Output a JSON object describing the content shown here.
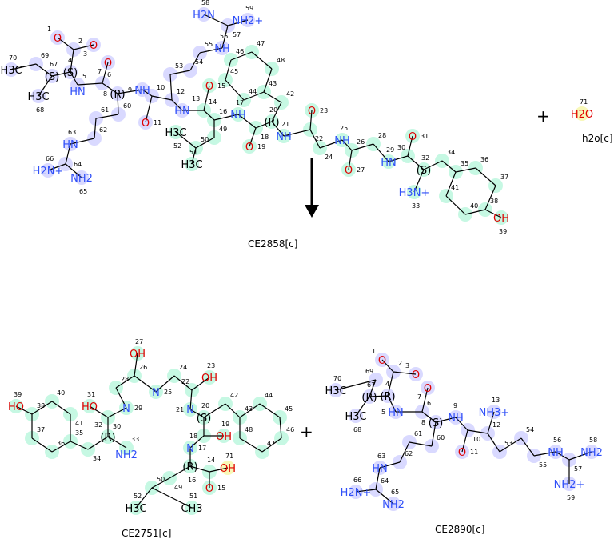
{
  "reaction": {
    "plus_sign": "+",
    "arrow_direction": "down",
    "colors": {
      "oxygen": "#e00000",
      "nitrogen": "#3050f8",
      "carbon": "#000000",
      "highlight_blue": "#ccccff",
      "highlight_green": "#b3f5d9",
      "highlight_yellow": "#f5f5a0"
    }
  },
  "molecules": {
    "ce2858": {
      "name": "CE2858[c]",
      "atoms": [
        {
          "n": "1",
          "t": "O"
        },
        {
          "n": "2",
          "t": ""
        },
        {
          "n": "3",
          "t": "O"
        },
        {
          "n": "4",
          "t": "(S)"
        },
        {
          "n": "5",
          "t": "HN"
        },
        {
          "n": "6",
          "t": ""
        },
        {
          "n": "7",
          "t": "O"
        },
        {
          "n": "8",
          "t": "(R)"
        },
        {
          "n": "9",
          "t": "NH"
        },
        {
          "n": "10",
          "t": ""
        },
        {
          "n": "11",
          "t": "O"
        },
        {
          "n": "12",
          "t": ""
        },
        {
          "n": "13",
          "t": "HN"
        },
        {
          "n": "14",
          "t": ""
        },
        {
          "n": "15",
          "t": "O"
        },
        {
          "n": "16",
          "t": ""
        },
        {
          "n": "17",
          "t": "NH"
        },
        {
          "n": "18",
          "t": ""
        },
        {
          "n": "19",
          "t": "O"
        },
        {
          "n": "20",
          "t": "(R)"
        },
        {
          "n": "21",
          "t": "NH"
        },
        {
          "n": "22",
          "t": ""
        },
        {
          "n": "23",
          "t": "O"
        },
        {
          "n": "24",
          "t": ""
        },
        {
          "n": "25",
          "t": "NH"
        },
        {
          "n": "26",
          "t": ""
        },
        {
          "n": "27",
          "t": "O"
        },
        {
          "n": "28",
          "t": ""
        },
        {
          "n": "29",
          "t": "HN"
        },
        {
          "n": "30",
          "t": ""
        },
        {
          "n": "31",
          "t": "O"
        },
        {
          "n": "32",
          "t": "(S)"
        },
        {
          "n": "33",
          "t": "H3N+"
        },
        {
          "n": "34",
          "t": ""
        },
        {
          "n": "35",
          "t": ""
        },
        {
          "n": "36",
          "t": ""
        },
        {
          "n": "37",
          "t": ""
        },
        {
          "n": "38",
          "t": ""
        },
        {
          "n": "39",
          "t": "OH"
        },
        {
          "n": "40",
          "t": ""
        },
        {
          "n": "41",
          "t": ""
        },
        {
          "n": "42",
          "t": ""
        },
        {
          "n": "43",
          "t": ""
        },
        {
          "n": "44",
          "t": ""
        },
        {
          "n": "45",
          "t": ""
        },
        {
          "n": "46",
          "t": ""
        },
        {
          "n": "47",
          "t": ""
        },
        {
          "n": "48",
          "t": ""
        },
        {
          "n": "49",
          "t": ""
        },
        {
          "n": "50",
          "t": ""
        },
        {
          "n": "51",
          "t": "H3C"
        },
        {
          "n": "52",
          "t": "H3C"
        },
        {
          "n": "53",
          "t": ""
        },
        {
          "n": "54",
          "t": ""
        },
        {
          "n": "55",
          "t": ""
        },
        {
          "n": "56",
          "t": "NH"
        },
        {
          "n": "57",
          "t": ""
        },
        {
          "n": "58",
          "t": "H2N"
        },
        {
          "n": "59",
          "t": "NH2+"
        },
        {
          "n": "60",
          "t": ""
        },
        {
          "n": "61",
          "t": ""
        },
        {
          "n": "62",
          "t": ""
        },
        {
          "n": "63",
          "t": "HN"
        },
        {
          "n": "64",
          "t": ""
        },
        {
          "n": "65",
          "t": "NH2"
        },
        {
          "n": "66",
          "t": "H2N+"
        },
        {
          "n": "67",
          "t": "(S)"
        },
        {
          "n": "68",
          "t": "H3C"
        },
        {
          "n": "69",
          "t": ""
        },
        {
          "n": "70",
          "t": "H3C"
        }
      ]
    },
    "h2o": {
      "name": "h2o[c]",
      "atoms": [
        {
          "n": "71",
          "t": "H2O"
        }
      ]
    },
    "ce2751": {
      "name": "CE2751[c]",
      "atoms": [
        {
          "n": "14",
          "t": ""
        },
        {
          "n": "15",
          "t": "O"
        },
        {
          "n": "16",
          "t": "(R)"
        },
        {
          "n": "17",
          "t": "N"
        },
        {
          "n": "18",
          "t": ""
        },
        {
          "n": "19",
          "t": "OH"
        },
        {
          "n": "20",
          "t": "(S)"
        },
        {
          "n": "21",
          "t": "N"
        },
        {
          "n": "22",
          "t": ""
        },
        {
          "n": "23",
          "t": "OH"
        },
        {
          "n": "24",
          "t": ""
        },
        {
          "n": "25",
          "t": "N"
        },
        {
          "n": "26",
          "t": ""
        },
        {
          "n": "27",
          "t": "OH"
        },
        {
          "n": "28",
          "t": ""
        },
        {
          "n": "29",
          "t": "N"
        },
        {
          "n": "30",
          "t": ""
        },
        {
          "n": "31",
          "t": "HO"
        },
        {
          "n": "32",
          "t": "(R)"
        },
        {
          "n": "33",
          "t": "NH2"
        },
        {
          "n": "34",
          "t": ""
        },
        {
          "n": "35",
          "t": ""
        },
        {
          "n": "36",
          "t": ""
        },
        {
          "n": "37",
          "t": ""
        },
        {
          "n": "38",
          "t": ""
        },
        {
          "n": "39",
          "t": "HO"
        },
        {
          "n": "40",
          "t": ""
        },
        {
          "n": "41",
          "t": ""
        },
        {
          "n": "42",
          "t": ""
        },
        {
          "n": "43",
          "t": ""
        },
        {
          "n": "44",
          "t": ""
        },
        {
          "n": "45",
          "t": ""
        },
        {
          "n": "46",
          "t": ""
        },
        {
          "n": "47",
          "t": ""
        },
        {
          "n": "48",
          "t": ""
        },
        {
          "n": "49",
          "t": ""
        },
        {
          "n": "50",
          "t": ""
        },
        {
          "n": "51",
          "t": "CH3"
        },
        {
          "n": "52",
          "t": "H3C"
        },
        {
          "n": "71",
          "t": "OH"
        }
      ]
    },
    "ce2890": {
      "name": "CE2890[c]",
      "atoms": [
        {
          "n": "1",
          "t": "O"
        },
        {
          "n": "2",
          "t": ""
        },
        {
          "n": "3",
          "t": "O"
        },
        {
          "n": "4",
          "t": "(R)"
        },
        {
          "n": "5",
          "t": "HN"
        },
        {
          "n": "6",
          "t": ""
        },
        {
          "n": "7",
          "t": "O"
        },
        {
          "n": "8",
          "t": "(S)"
        },
        {
          "n": "9",
          "t": "NH"
        },
        {
          "n": "10",
          "t": ""
        },
        {
          "n": "11",
          "t": "O"
        },
        {
          "n": "12",
          "t": ""
        },
        {
          "n": "13",
          "t": "NH3+"
        },
        {
          "n": "53",
          "t": ""
        },
        {
          "n": "54",
          "t": ""
        },
        {
          "n": "55",
          "t": ""
        },
        {
          "n": "56",
          "t": "NH"
        },
        {
          "n": "57",
          "t": ""
        },
        {
          "n": "58",
          "t": "NH2"
        },
        {
          "n": "59",
          "t": "NH2+"
        },
        {
          "n": "60",
          "t": ""
        },
        {
          "n": "61",
          "t": ""
        },
        {
          "n": "62",
          "t": ""
        },
        {
          "n": "63",
          "t": "HN"
        },
        {
          "n": "64",
          "t": ""
        },
        {
          "n": "65",
          "t": "NH2"
        },
        {
          "n": "66",
          "t": "H2N+"
        },
        {
          "n": "67",
          "t": "(R)"
        },
        {
          "n": "68",
          "t": "H3C"
        },
        {
          "n": "69",
          "t": ""
        },
        {
          "n": "70",
          "t": "H3C"
        }
      ]
    }
  }
}
